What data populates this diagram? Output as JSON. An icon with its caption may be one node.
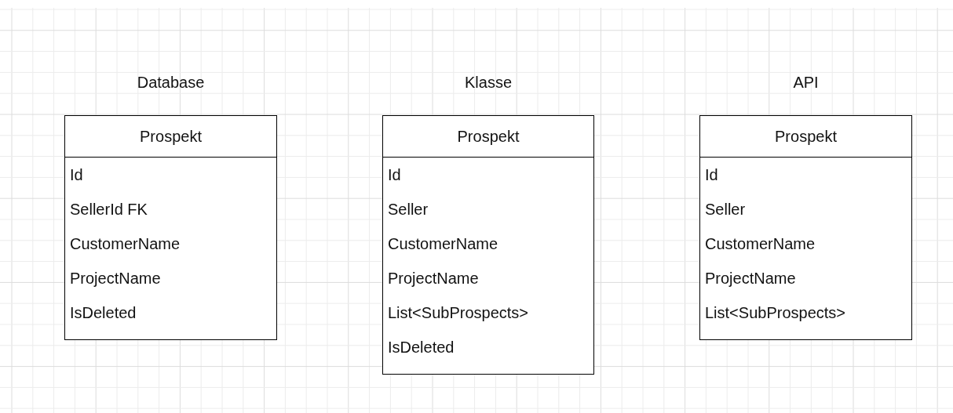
{
  "diagram": {
    "nodes": [
      {
        "text": [
          "Database",
          "Prospekt",
          "Id",
          "SellerId FK",
          "CustomerName",
          "ProjectName",
          "IsDeleted"
        ]
      },
      {
        "text": [
          "Klasse",
          "Prospekt",
          "Id",
          "Seller",
          "CustomerName",
          "ProjectName",
          "List<SubProspects>",
          "IsDeleted"
        ]
      },
      {
        "text": [
          "API",
          "Prospekt",
          "Id",
          "Seller",
          "CustomerName",
          "ProjectName",
          "List<SubProspects>"
        ]
      }
    ]
  }
}
